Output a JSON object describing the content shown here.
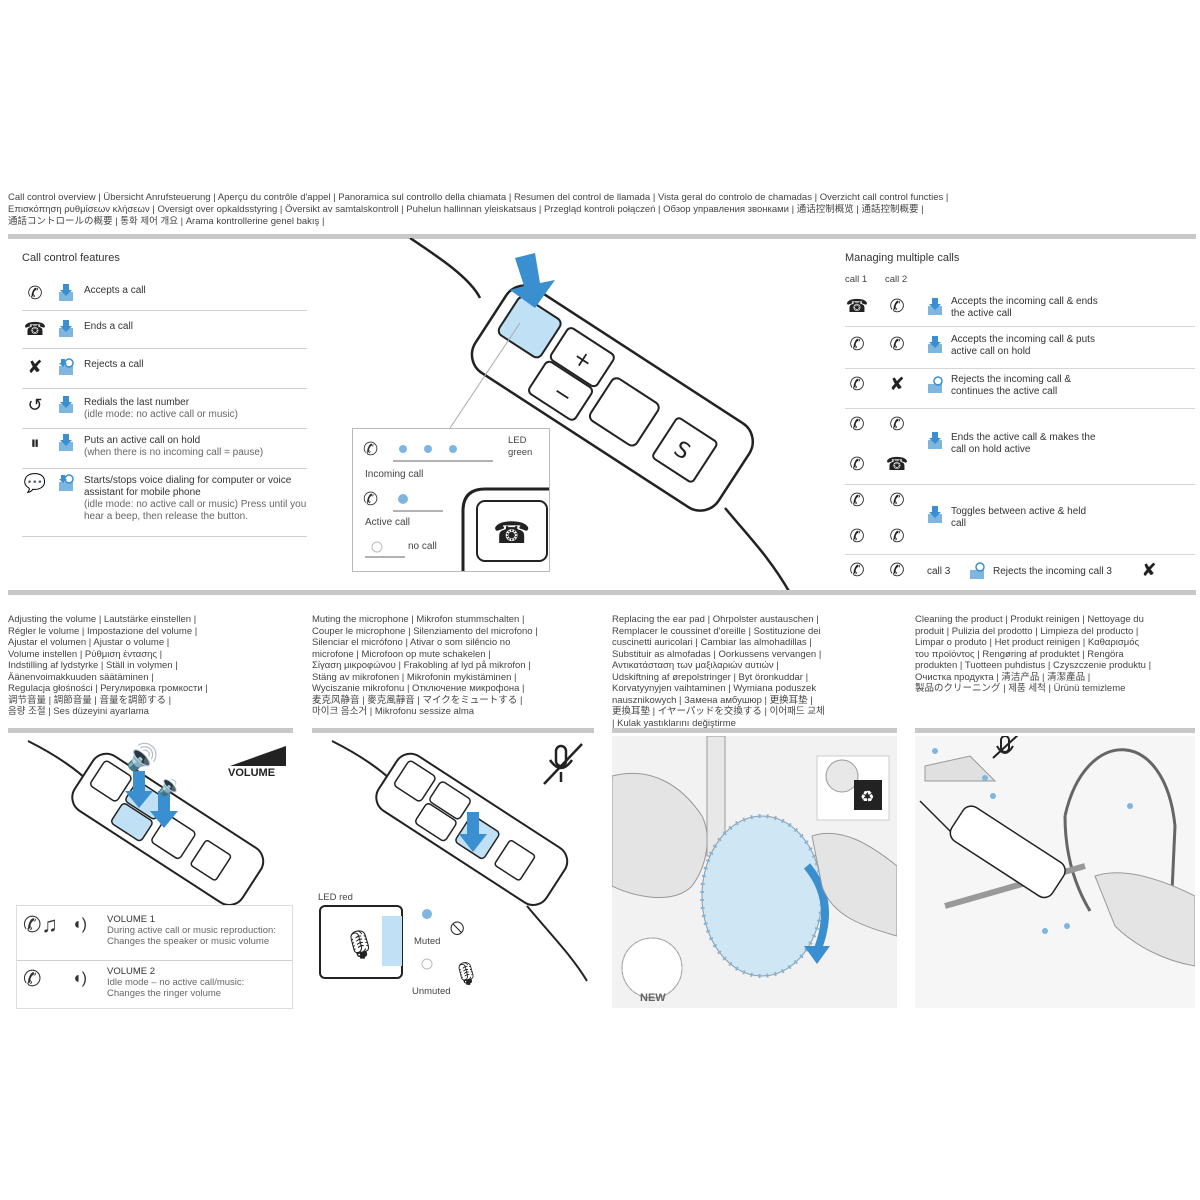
{
  "header": {
    "lines": [
      "Call control overview | Übersicht Anrufsteuerung | Aperçu du contrôle d'appel | Panoramica sul controllo della chiamata | Resumen del control de llamada | Vista geral do controlo de chamadas | Overzicht call control functies |",
      "Επισκόπηση ρυθμίσεων κλήσεων | Oversigt over opkaldsstyring | Översikt av samtalskontroll | Puhelun hallinnan yleiskatsaus | Przegląd kontroli połączeń | Обзор управления звонками | 通话控制概览 | 通話控制概要 |",
      "通話コントロールの概要 | 통화 제어 개요 | Arama kontrollerine genel bakış |"
    ]
  },
  "call_control": {
    "title": "Call control features",
    "items": [
      {
        "icon": "accept-call-icon",
        "glyph": "✆",
        "text": "Accepts a call",
        "sub": ""
      },
      {
        "icon": "end-call-icon",
        "glyph": "☎",
        "text": "Ends a call",
        "sub": ""
      },
      {
        "icon": "reject-call-icon",
        "glyph": "✘",
        "text": "Rejects a call",
        "sub": ""
      },
      {
        "icon": "redial-icon",
        "glyph": "↺",
        "text": "Redials the last number",
        "sub": "(idle mode: no active call or music)"
      },
      {
        "icon": "hold-call-icon",
        "glyph": "⏸",
        "text": "Puts an active call on hold",
        "sub": "(when there is no incoming call = pause)"
      },
      {
        "icon": "voice-dialing-icon",
        "glyph": "💬",
        "text": "Starts/stops voice dialing for computer or voice assistant for mobile phone",
        "sub": "(idle mode: no active call or music) Press until you hear a beep, then release the button."
      }
    ]
  },
  "led_legend": {
    "label": "LED green",
    "incoming": "Incoming call",
    "active": "Active call",
    "none": "no call"
  },
  "multi_calls": {
    "title": "Managing multiple calls",
    "col1": "call 1",
    "col2": "call 2",
    "rows": [
      {
        "text": "Accepts the incoming call & ends the active call"
      },
      {
        "text": "Accepts the incoming call & puts active call on hold"
      },
      {
        "text": "Rejects the incoming call & continues the active call"
      },
      {
        "text": "Ends the active call & makes the call on hold active"
      },
      {
        "text": "Toggles between active & held call"
      }
    ],
    "call3_label": "call 3",
    "call3_text": "Rejects the incoming call 3"
  },
  "panels": {
    "volume": {
      "title": "Adjusting the volume",
      "lines": [
        "Adjusting the volume | Lautstärke einstellen |",
        "Régler le volume | Impostazione del volume |",
        "Ajustar el volumen | Ajustar o volume |",
        "Volume instellen | Ρύθμιση έντασης |",
        "Indstilling af lydstyrke | Ställ in volymen |",
        "Äänenvoimakkuuden säätäminen |",
        "Regulacja głośności | Регулировка громкости |",
        "调节音量 | 調節音量 | 音量を調節する |",
        "음량 조절 | Ses düzeyini ayarlama"
      ],
      "badge": "VOLUME",
      "v1_title": "VOLUME 1",
      "v1_sub1": "During active call or music reproduction:",
      "v1_sub2": "Changes the speaker or music volume",
      "v2_title": "VOLUME 2",
      "v2_sub1": "Idle mode – no active call/music:",
      "v2_sub2": "Changes the ringer volume"
    },
    "mute": {
      "lines": [
        "Muting the microphone | Mikrofon stummschalten |",
        "Couper le microphone | Silenziamento del microfono |",
        "Silenciar el micrófono | Ativar o som silêncio no",
        "microfone | Microfoon op mute schakelen |",
        "Σίγαση μικροφώνου | Frakobling af lyd på mikrofon |",
        "Stäng av mikrofonen | Mikrofonin mykistäminen |",
        "Wyciszanie mikrofonu | Отключение микрофона |",
        "麦克风静音 | 麥克風靜音 | マイクをミュートする |",
        "마이크 음소거 | Mikrofonu sessize alma"
      ],
      "led_label": "LED red",
      "muted": "Muted",
      "unmuted": "Unmuted"
    },
    "ear": {
      "lines": [
        "Replacing the ear pad | Ohrpolster austauschen |",
        "Remplacer le coussinet d'oreille | Sostituzione dei",
        "cuscinetti auricolari | Cambiar las almohadillas |",
        "Substituir as almofadas | Oorkussens vervangen |",
        "Αντικατάσταση των μαξιλαριών αυτιών |",
        "Udskiftning af ørepolstringer | Byt öronkuddar |",
        "Korvatyynyjen vaihtaminen | Wymiana poduszek",
        "nausznikowych | Замена амбушюр | 更换耳垫 |",
        "更換耳墊 | イヤーパッドを交換する | 이어패드 교체",
        "| Kulak yastıklarını değiştirme"
      ],
      "new_label": "NEW"
    },
    "clean": {
      "lines": [
        "Cleaning the product | Produkt reinigen | Nettoyage du",
        "produit | Pulizia del prodotto | Limpieza del producto |",
        "Limpar o produto | Het product reinigen | Καθαρισμός",
        "του προϊόντος | Rengøring af produktet | Rengöra",
        "produkten | Tuotteen puhdistus | Czyszczenie produktu |",
        "Очистка продукта | 清洁产品 | 清潔產品 |",
        "製品のクリーニング | 제품 세척 | Ürünü temizleme"
      ]
    }
  }
}
